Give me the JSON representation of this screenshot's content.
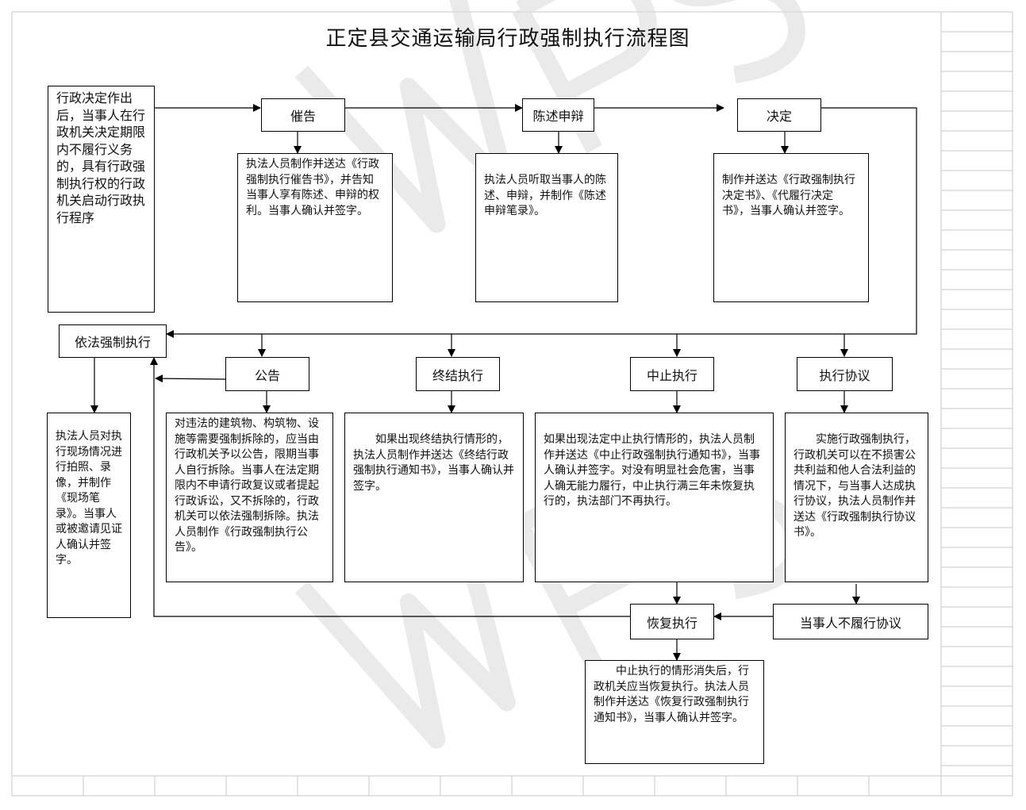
{
  "title": "正定县交通运输局行政强制执行流程图",
  "nodes": {
    "start": "行政决定作出后，当事人在行政机关决定期限内不履行义务的，具有行政强制执行权的行政机关启动行政执行程序",
    "cuigao": "催告",
    "cuigao_desc": "执法人员制作并送达《行政强制执行催告书》，并告知当事人享有陈述、申辩的权利。当事人确认并签字。",
    "chenshu": "陈述申辩",
    "chenshu_desc": "执法人员听取当事人的陈述、申辩，并制作《陈述申辩笔录》。",
    "jueding": "决定",
    "jueding_desc": "制作并送达《行政强制执行决定书》、《代履行决定书》，当事人确认并签字。",
    "yifa": "依法强制执行",
    "yifa_desc": "执法人员对执行现场情况进行拍照、录像，并制作《现场笔录》。当事人或被邀请见证人确认并签字。",
    "gonggao": "公告",
    "gonggao_desc": "对违法的建筑物、构筑物、设施等需要强制拆除的，应当由行政机关予以公告，限期当事人自行拆除。当事人在法定期限内不申请行政复议或者提起行政诉讼，又不拆除的，行政机关可以依法强制拆除。执法人员制作《行政强制执行公告》。",
    "zhongjie": "终结执行",
    "zhongjie_desc": "如果出现终结执行情形的，执法人员制作并送达《终结行政强制执行通知书》，当事人确认并签字。",
    "zhongzhi": "中止执行",
    "zhongzhi_desc": "如果出现法定中止执行情形的，执法人员制作并送达《中止行政强制执行通知书》，当事人确认并签字。对没有明显社会危害，当事人确无能力履行，中止执行满三年未恢复执行的，执法部门不再执行。",
    "xieyi": "执行协议",
    "xieyi_desc": "实施行政强制执行，行政机关可以在不损害公共利益和他人合法利益的情况下，与当事人达成执行协议，执法人员制作并送达《行政强制执行协议书》。",
    "buluxing": "当事人不履行协议",
    "huifu": "恢复执行",
    "huifu_desc": "中止执行的情形消失后，行政机关应当恢复执行。执法人员制作并送达《恢复行政强制执行通知书》，当事人确认并签字。"
  },
  "watermark_text": "WPS"
}
